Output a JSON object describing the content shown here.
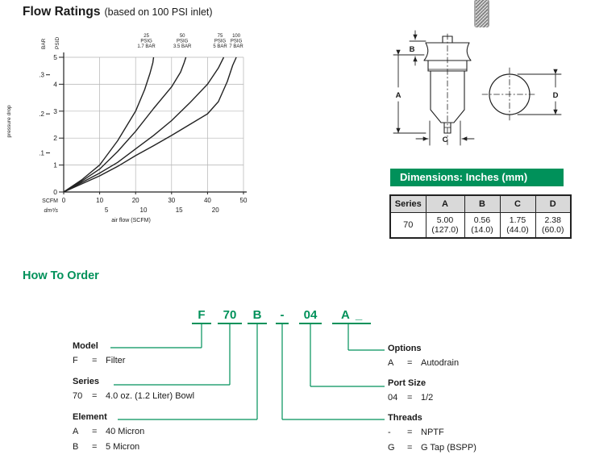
{
  "colors": {
    "accent_green": "#00915A",
    "text": "#1a1a1a",
    "grid": "#b4b4b4",
    "curve": "#222222",
    "table_header_bg": "#d9d9d9"
  },
  "flow_header": {
    "title": "Flow Ratings",
    "subtitle": "(based on 100 PSI inlet)"
  },
  "chart_data": {
    "type": "line",
    "title": "Flow Ratings (based on 100 PSI inlet)",
    "xlabel": "air flow (SCFM)",
    "ylabel": "pressure drop",
    "x_primary_unit": "SCFM",
    "x_secondary_unit": "dm³/s",
    "y_primary_unit": "PSID",
    "y_secondary_unit": "BAR",
    "xlim": [
      0,
      50
    ],
    "ylim": [
      0,
      5
    ],
    "grid": true,
    "x_ticks": [
      0,
      10,
      20,
      30,
      40,
      50
    ],
    "x_secondary_ticks": [
      {
        "label": "5",
        "scfm": 11.9
      },
      {
        "label": "10",
        "scfm": 22.2
      },
      {
        "label": "15",
        "scfm": 32.1
      },
      {
        "label": "20",
        "scfm": 42.2
      }
    ],
    "y_ticks": [
      0,
      1,
      2,
      3,
      4,
      5
    ],
    "y_secondary_ticks": [
      {
        "label": ".1",
        "psid": 1.45
      },
      {
        "label": ".2",
        "psid": 2.9
      },
      {
        "label": ".3",
        "psid": 4.35
      }
    ],
    "legend_position": "top-labels",
    "series": [
      {
        "name": "25 PSIG 1.7 BAR",
        "label_lines": [
          "25",
          "PSIG",
          "1.7 BAR"
        ],
        "label_x": 23,
        "points": [
          [
            0,
            0
          ],
          [
            5,
            0.45
          ],
          [
            10,
            1.0
          ],
          [
            15,
            1.9
          ],
          [
            20,
            3.0
          ],
          [
            22.5,
            3.8
          ],
          [
            24,
            4.4
          ],
          [
            24.8,
            4.8
          ],
          [
            25,
            5
          ]
        ]
      },
      {
        "name": "50 PSIG 3.5 BAR",
        "label_lines": [
          "50",
          "PSIG",
          "3.5 BAR"
        ],
        "label_x": 33,
        "points": [
          [
            0,
            0
          ],
          [
            5,
            0.4
          ],
          [
            10,
            0.85
          ],
          [
            15,
            1.5
          ],
          [
            20,
            2.25
          ],
          [
            25,
            3.1
          ],
          [
            30,
            3.9
          ],
          [
            32.5,
            4.45
          ],
          [
            33.5,
            4.8
          ],
          [
            34,
            5
          ]
        ]
      },
      {
        "name": "75 PSIG 5 BAR",
        "label_lines": [
          "75",
          "PSIG",
          "5 BAR"
        ],
        "label_x": 43.5,
        "points": [
          [
            0,
            0
          ],
          [
            5,
            0.35
          ],
          [
            10,
            0.7
          ],
          [
            15,
            1.1
          ],
          [
            20,
            1.6
          ],
          [
            25,
            2.1
          ],
          [
            30,
            2.65
          ],
          [
            35,
            3.3
          ],
          [
            40,
            4.0
          ],
          [
            43,
            4.6
          ],
          [
            44.5,
            5
          ]
        ]
      },
      {
        "name": "100 PSIG 7 BAR",
        "label_lines": [
          "100",
          "PSIG",
          "7 BAR"
        ],
        "label_x": 48,
        "points": [
          [
            0,
            0
          ],
          [
            5,
            0.3
          ],
          [
            10,
            0.6
          ],
          [
            15,
            0.95
          ],
          [
            20,
            1.35
          ],
          [
            25,
            1.72
          ],
          [
            30,
            2.1
          ],
          [
            35,
            2.5
          ],
          [
            40,
            2.9
          ],
          [
            43,
            3.35
          ],
          [
            45.5,
            4.1
          ],
          [
            47,
            4.7
          ],
          [
            48,
            5
          ]
        ]
      }
    ]
  },
  "dimensions": {
    "header": "Dimensions: Inches (mm)",
    "labels": {
      "a": "A",
      "b": "B",
      "c": "C",
      "d": "D"
    },
    "table": {
      "columns": [
        "Series",
        "A",
        "B",
        "C",
        "D"
      ],
      "row": {
        "series": "70",
        "values": [
          {
            "in": "5.00",
            "mm": "(127.0)"
          },
          {
            "in": "0.56",
            "mm": "(14.0)"
          },
          {
            "in": "1.75",
            "mm": "(44.0)"
          },
          {
            "in": "2.38",
            "mm": "(60.0)"
          }
        ]
      }
    }
  },
  "order": {
    "title": "How To Order",
    "equals": "=",
    "code": {
      "segments": [
        "F",
        "70",
        "B",
        "-",
        "04",
        "A"
      ],
      "blank": "_"
    },
    "groups_left": [
      {
        "title": "Model",
        "entries": [
          {
            "code": "F",
            "desc": "Filter"
          }
        ]
      },
      {
        "title": "Series",
        "entries": [
          {
            "code": "70",
            "desc": "4.0 oz. (1.2 Liter) Bowl"
          }
        ]
      },
      {
        "title": "Element",
        "entries": [
          {
            "code": "A",
            "desc": "40 Micron"
          },
          {
            "code": "B",
            "desc": "5 Micron"
          }
        ]
      }
    ],
    "groups_right": [
      {
        "title": "Options",
        "entries": [
          {
            "code": "A",
            "desc": "Autodrain"
          }
        ]
      },
      {
        "title": "Port Size",
        "entries": [
          {
            "code": "04",
            "desc": "1/2"
          }
        ]
      },
      {
        "title": "Threads",
        "entries": [
          {
            "code": "-",
            "desc": "NPTF"
          },
          {
            "code": "G",
            "desc": "G Tap (BSPP)"
          }
        ]
      }
    ]
  }
}
